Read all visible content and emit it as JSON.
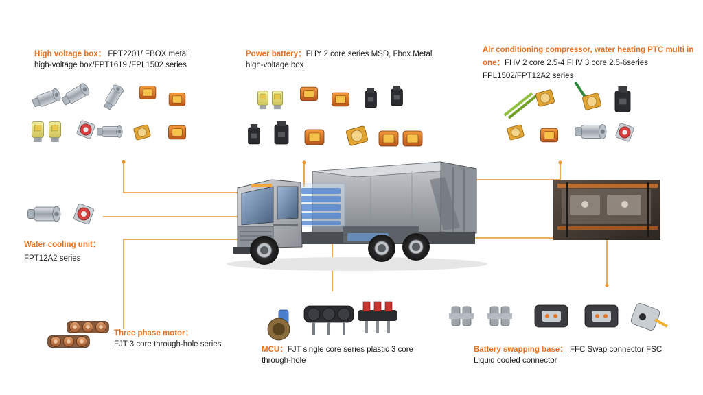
{
  "colors": {
    "accent": "#e8701e",
    "leader": "#e8952c",
    "text": "#1a1a1a"
  },
  "labels": {
    "high_voltage_box": {
      "heading": "High voltage box",
      "sep": "：",
      "line1": "FPT2201/ FBOX metal",
      "line2": "high-voltage box/FPT1619 /FPL1502 series"
    },
    "power_battery": {
      "heading": "Power battery",
      "sep": "：",
      "line1": "FHY 2 core series  MSD, Fbox.Metal",
      "line2": "high-voltage box"
    },
    "air_conditioning": {
      "heading": "Air conditioning compressor, water heating PTC multi in",
      "heading2": "one",
      "sep": "：",
      "line2": "FHV 2 core 2.5-4  FHV 3 core 2.5-6series",
      "line3": "FPL1502/FPT12A2 series"
    },
    "water_cooling": {
      "heading": "Water cooling unit",
      "sep": "：",
      "line1": "FPT12A2 series"
    },
    "three_phase_motor": {
      "heading": "Three phase motor",
      "sep": "：",
      "line1": "FJT 3 core through-hole series"
    },
    "mcu": {
      "heading": "MCU",
      "sep": "：",
      "line1": "FJT single core series plastic 3 core",
      "line2": "through-hole"
    },
    "battery_swapping": {
      "heading": "Battery swapping base",
      "sep": "：",
      "line1": "FFC Swap connector  FSC",
      "line2": "Liquid cooled connector"
    }
  },
  "icons": [
    "garbage-truck-illustration",
    "connector-icon",
    "factory-photo"
  ]
}
